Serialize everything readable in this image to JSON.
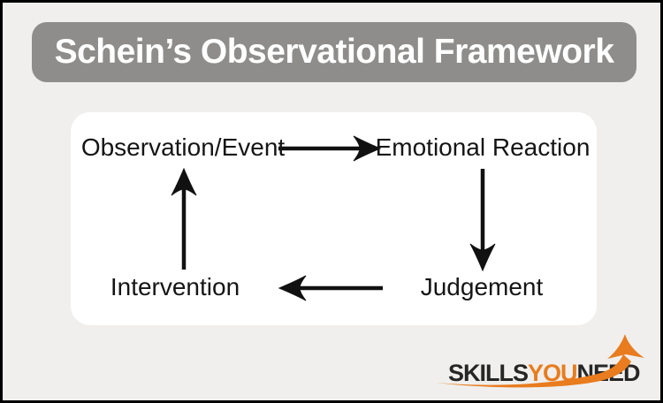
{
  "page": {
    "background_color": "#f0efed",
    "border_color": "#000000"
  },
  "header": {
    "title": "Schein’s Observational Framework",
    "background_color": "#8e8d8c",
    "text_color": "#ffffff"
  },
  "diagram": {
    "background_color": "#ffffff",
    "arrow_color": "#111111",
    "nodes": [
      {
        "id": "observation-event",
        "label": "Observation/Event"
      },
      {
        "id": "emotional-reaction",
        "label": "Emotional Reaction"
      },
      {
        "id": "judgement",
        "label": "Judgement"
      },
      {
        "id": "intervention",
        "label": "Intervention"
      }
    ],
    "edges": [
      {
        "from": "Observation/Event",
        "to": "Emotional Reaction",
        "direction": "right"
      },
      {
        "from": "Emotional Reaction",
        "to": "Judgement",
        "direction": "down"
      },
      {
        "from": "Judgement",
        "to": "Intervention",
        "direction": "left"
      },
      {
        "from": "Intervention",
        "to": "Observation/Event",
        "direction": "up"
      }
    ]
  },
  "logo": {
    "segments": [
      {
        "text": "SKILLS",
        "color": "#262626"
      },
      {
        "text": "YOU",
        "color": "#e87c1e"
      },
      {
        "text": "NEED",
        "color": "#262626"
      }
    ],
    "accent_color": "#e87c1e"
  }
}
